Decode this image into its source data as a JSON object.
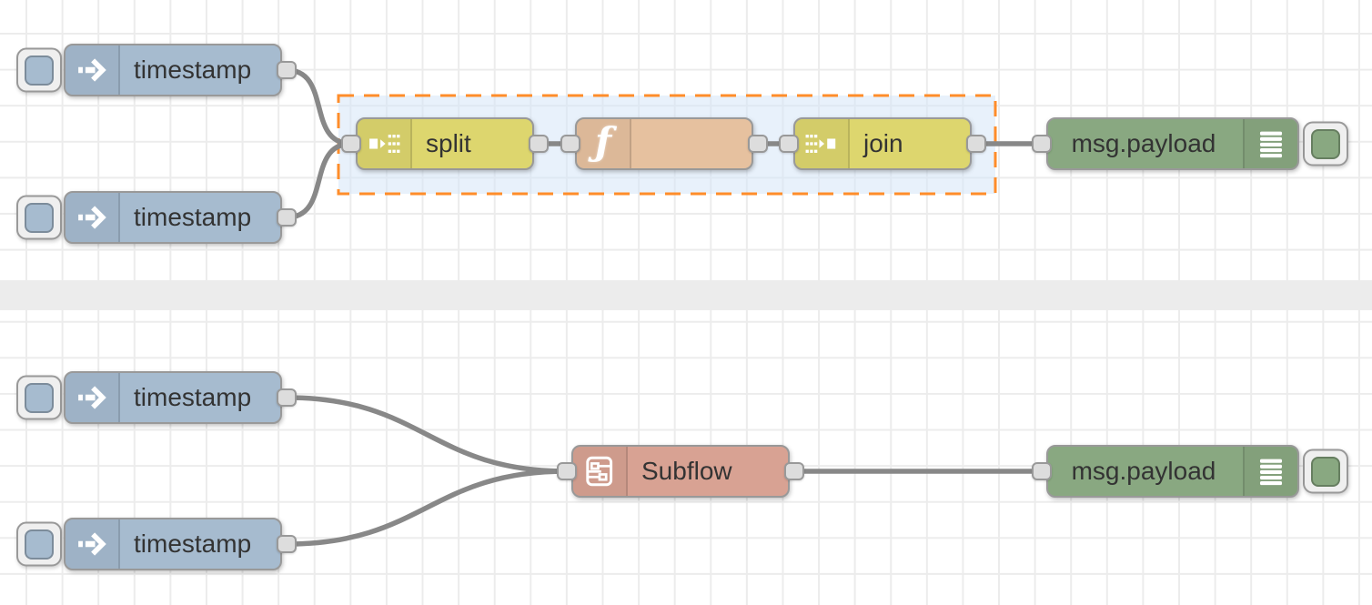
{
  "app": {
    "name": "Node-RED flow workspace",
    "view": "flow-canvas"
  },
  "top_flow": {
    "inject1": {
      "label": "timestamp",
      "type": "inject"
    },
    "inject2": {
      "label": "timestamp",
      "type": "inject"
    },
    "split": {
      "label": "split",
      "type": "split"
    },
    "function": {
      "label": "",
      "type": "function"
    },
    "join": {
      "label": "join",
      "type": "join"
    },
    "debug": {
      "label": "msg.payload",
      "type": "debug"
    }
  },
  "bottom_flow": {
    "inject1": {
      "label": "timestamp",
      "type": "inject"
    },
    "inject2": {
      "label": "timestamp",
      "type": "inject"
    },
    "subflow": {
      "label": "Subflow",
      "type": "subflow"
    },
    "debug": {
      "label": "msg.payload",
      "type": "debug"
    }
  },
  "icons": {
    "inject": "arrow-right-icon",
    "split": "block-split-icon",
    "join": "block-join-icon",
    "function_glyph": "ƒ",
    "subflow": "mini-flow-icon",
    "debug": "list-lines-icon"
  },
  "selection": {
    "style": "dashed-orange",
    "selected_nodes": "split, function, join"
  },
  "colors": {
    "inject_node": "#a6bbcf",
    "split_join_node": "#ddd66e",
    "function_node": "#e6c19f",
    "debug_node": "#89a881",
    "subflow_node": "#d8a293",
    "node_border": "#999999",
    "wire": "#888888",
    "port_fill": "#dddddd",
    "selection_border": "#ff8d2a",
    "selection_fill": "#d5e6f8",
    "grid_line": "#ececec",
    "divider_band": "#ececec",
    "label_text": "#333333"
  }
}
